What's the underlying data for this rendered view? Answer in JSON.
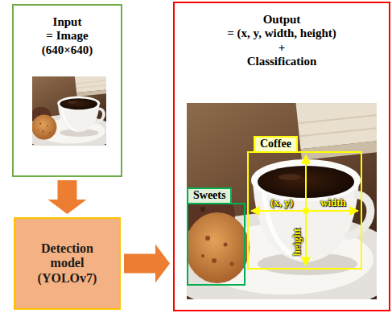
{
  "diagram": {
    "nodes": [
      {
        "text": [
          "Input",
          "= Image (640×640)"
        ]
      },
      {
        "text": [
          "Detection model (YOLOv7)"
        ]
      },
      {
        "text": [
          "Output",
          "= (x, y, width, height)",
          "+ Classification"
        ]
      },
      {
        "text": [
          "Coffee"
        ],
        "in": 2
      },
      {
        "text": [
          "Sweets"
        ],
        "in": 2
      }
    ],
    "edges": [
      {
        "from": 0,
        "to": 1,
        "arrow": "to"
      },
      {
        "from": 1,
        "to": 2,
        "arrow": "to"
      }
    ],
    "labels": [
      "(x, y)",
      "width",
      "height"
    ]
  }
}
